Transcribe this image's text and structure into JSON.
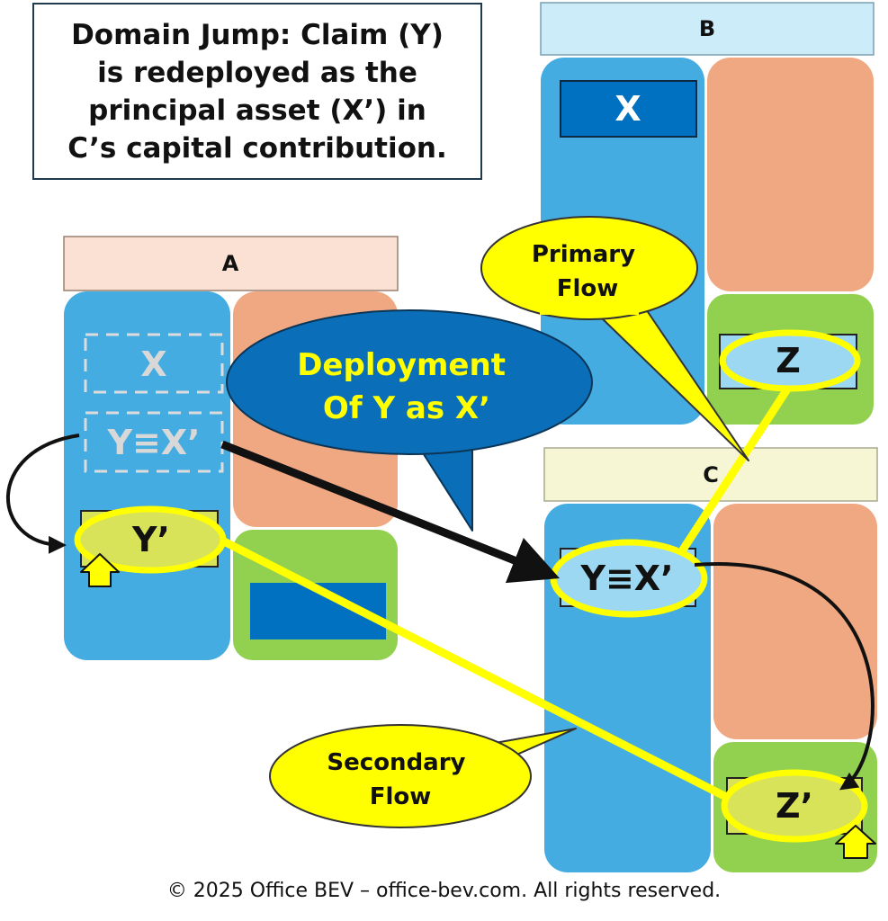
{
  "title": "Domain Jump: Claim (Y)\nis redeployed as the\nprincipal asset (X’) in\nC’s capital contribution.",
  "entities": {
    "a": {
      "label": "A",
      "x_label": "X",
      "yx_label": "Y≡X’",
      "yprime_label": "Y’"
    },
    "b": {
      "label": "B",
      "x_label": "X",
      "z_label": "Z"
    },
    "c": {
      "label": "C",
      "yx_label": "Y≡X’",
      "zprime_label": "Z’"
    }
  },
  "callouts": {
    "primary": "Primary\nFlow",
    "secondary": "Secondary\nFlow",
    "deployment": "Deployment\nOf Y as X’"
  },
  "colors": {
    "asset_blue": "#44ace0",
    "liability_salmon": "#f0a882",
    "equity_green": "#92d050",
    "dark_blue": "#0070c0",
    "highlight_yellow": "#ffff00",
    "header_a": "#fbe1d4",
    "header_b": "#cdecfa",
    "header_c": "#f6f6d4"
  },
  "footer": "© 2025 Office BEV – office-bev.com. All rights reserved."
}
